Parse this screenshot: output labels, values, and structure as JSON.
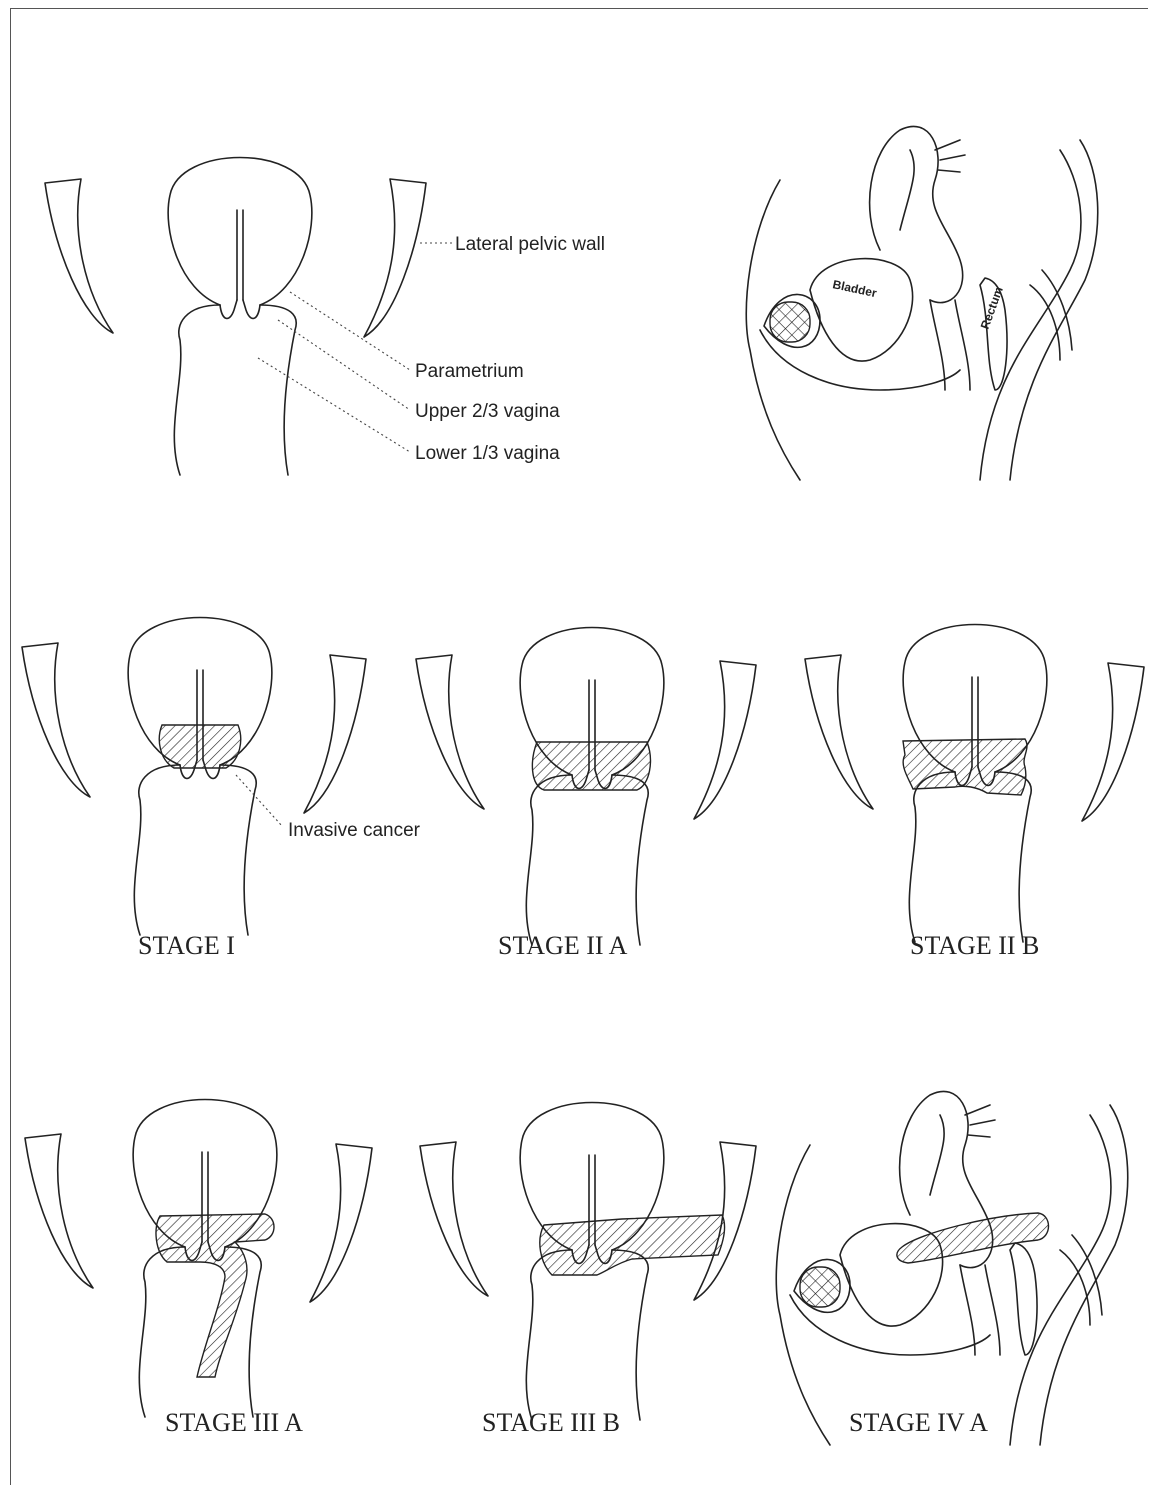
{
  "labels": {
    "lateral_pelvic_wall": "Lateral pelvic wall",
    "parametrium": "Parametrium",
    "upper_vagina": "Upper 2/3 vagina",
    "lower_vagina": "Lower 1/3 vagina",
    "invasive_cancer": "Invasive cancer",
    "bladder": "Bladder",
    "rectum": "Rectum"
  },
  "stages": [
    "STAGE I",
    "STAGE II A",
    "STAGE II B",
    "STAGE III A",
    "STAGE III B",
    "STAGE IV A"
  ],
  "colors": {
    "line": "#222222",
    "background": "#ffffff"
  }
}
